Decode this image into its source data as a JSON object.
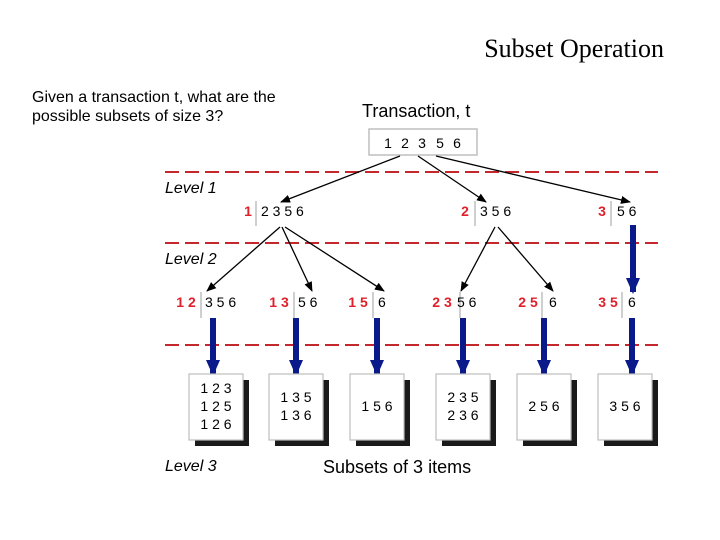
{
  "title": "Subset Operation",
  "question": "Given a transaction t, what are the possible subsets of size 3?",
  "transaction_label": "Transaction, t",
  "transaction_items": [
    "1",
    "2",
    "3",
    "5",
    "6"
  ],
  "levels": [
    "Level 1",
    "Level 2",
    "Level 3"
  ],
  "footer_label": "Subsets of 3 items",
  "level1_nodes": [
    {
      "prefix": "1",
      "rest": "2 3 5 6"
    },
    {
      "prefix": "2",
      "rest": "3 5 6"
    },
    {
      "prefix": "3",
      "rest": "5 6"
    }
  ],
  "level2_nodes": [
    {
      "prefix": "1 2",
      "rest": "3 5 6"
    },
    {
      "prefix": "1 3",
      "rest": "5 6"
    },
    {
      "prefix": "1 5",
      "rest": "6"
    },
    {
      "prefix": "2 3",
      "rest": "5 6"
    },
    {
      "prefix": "2 5",
      "rest": "6"
    },
    {
      "prefix": "3 5",
      "rest": "6"
    }
  ],
  "subsets": [
    [
      "1 2 3",
      "1 2 5",
      "1 2 6"
    ],
    [
      "1 3 5",
      "1 3 6"
    ],
    [
      "1 5 6"
    ],
    [
      "2 3 5",
      "2 3 6"
    ],
    [
      "2 5 6"
    ],
    [
      "3 5 6"
    ]
  ],
  "colors": {
    "prefix": "#e0202a",
    "arrow_blue": "#0a1a8a",
    "dashed_line": "#c4282c",
    "shadow": "#1a1a1a"
  }
}
